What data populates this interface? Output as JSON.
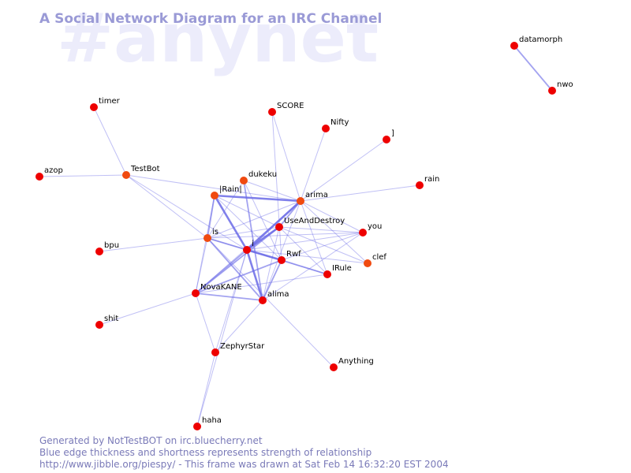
{
  "channel": "#anynet",
  "title": "A Social Network Diagram for an IRC Channel",
  "colors": {
    "edge": "#6a6ae6",
    "node_default": "#ee0000",
    "node_alt": "#f04a10",
    "title": "#9a9ad6",
    "watermark": "#ececfb",
    "footer": "#7a7ab8"
  },
  "footer": {
    "line1": "Generated by NotTestBOT on irc.bluecherry.net",
    "line2": "Blue edge thickness and shortness represents strength of relationship",
    "line3": "http://www.jibble.org/piespy/ - This frame was drawn at Sat Feb 14 16:32:20 EST 2004"
  },
  "nodes": [
    {
      "id": "datamorph",
      "label": "datamorph",
      "color": "node_default"
    },
    {
      "id": "nwo",
      "label": "nwo",
      "color": "node_default"
    },
    {
      "id": "timer",
      "label": "timer",
      "color": "node_default"
    },
    {
      "id": "SCORE",
      "label": "SCORE",
      "color": "node_default"
    },
    {
      "id": "Nifty",
      "label": "Nifty",
      "color": "node_default"
    },
    {
      "id": "]",
      "label": "]",
      "color": "node_default"
    },
    {
      "id": "azop",
      "label": "azop",
      "color": "node_default"
    },
    {
      "id": "TestBot",
      "label": "TestBot",
      "color": "node_alt"
    },
    {
      "id": "dukeku",
      "label": "dukeku",
      "color": "node_alt"
    },
    {
      "id": "rain",
      "label": "rain",
      "color": "node_default"
    },
    {
      "id": "|Rain|",
      "label": "|Rain|",
      "color": "node_alt"
    },
    {
      "id": "arima",
      "label": "arima",
      "color": "node_alt"
    },
    {
      "id": "UseAndDestroy",
      "label": "UseAndDestroy",
      "color": "node_default"
    },
    {
      "id": "you",
      "label": "you",
      "color": "node_default"
    },
    {
      "id": "is",
      "label": "is",
      "color": "node_alt"
    },
    {
      "id": "bpu",
      "label": "bpu",
      "color": "node_default"
    },
    {
      "id": "i",
      "label": "i",
      "color": "node_default"
    },
    {
      "id": "Rwf",
      "label": "Rwf",
      "color": "node_default"
    },
    {
      "id": "clef",
      "label": "clef",
      "color": "node_alt"
    },
    {
      "id": "IRule",
      "label": "IRule",
      "color": "node_default"
    },
    {
      "id": "NovaKANE",
      "label": "NovaKANE",
      "color": "node_default"
    },
    {
      "id": "alima",
      "label": "alima",
      "color": "node_default"
    },
    {
      "id": "shit",
      "label": "shit",
      "color": "node_default"
    },
    {
      "id": "ZephyrStar",
      "label": "ZephyrStar",
      "color": "node_default"
    },
    {
      "id": "Anything",
      "label": "Anything",
      "color": "node_default"
    },
    {
      "id": "haha",
      "label": "haha",
      "color": "node_default"
    }
  ],
  "edges": [
    {
      "source": "datamorph",
      "target": "nwo",
      "weight": 2
    },
    {
      "source": "timer",
      "target": "TestBot",
      "weight": 1
    },
    {
      "source": "azop",
      "target": "TestBot",
      "weight": 1
    },
    {
      "source": "TestBot",
      "target": "is",
      "weight": 1
    },
    {
      "source": "TestBot",
      "target": "arima",
      "weight": 1
    },
    {
      "source": "TestBot",
      "target": "i",
      "weight": 1
    },
    {
      "source": "SCORE",
      "target": "arima",
      "weight": 1
    },
    {
      "source": "Nifty",
      "target": "arima",
      "weight": 1
    },
    {
      "source": "]",
      "target": "arima",
      "weight": 1
    },
    {
      "source": "rain",
      "target": "arima",
      "weight": 1
    },
    {
      "source": "dukeku",
      "target": "arima",
      "weight": 1
    },
    {
      "source": "dukeku",
      "target": "alima",
      "weight": 2
    },
    {
      "source": "dukeku",
      "target": "Rwf",
      "weight": 1
    },
    {
      "source": "dukeku",
      "target": "is",
      "weight": 1
    },
    {
      "source": "|Rain|",
      "target": "arima",
      "weight": 3
    },
    {
      "source": "|Rain|",
      "target": "i",
      "weight": 3
    },
    {
      "source": "|Rain|",
      "target": "is",
      "weight": 2
    },
    {
      "source": "|Rain|",
      "target": "UseAndDestroy",
      "weight": 1
    },
    {
      "source": "|Rain|",
      "target": "NovaKANE",
      "weight": 1
    },
    {
      "source": "|Rain|",
      "target": "Rwf",
      "weight": 1
    },
    {
      "source": "arima",
      "target": "UseAndDestroy",
      "weight": 2
    },
    {
      "source": "arima",
      "target": "i",
      "weight": 3
    },
    {
      "source": "arima",
      "target": "you",
      "weight": 1
    },
    {
      "source": "arima",
      "target": "clef",
      "weight": 1
    },
    {
      "source": "arima",
      "target": "IRule",
      "weight": 1
    },
    {
      "source": "arima",
      "target": "alima",
      "weight": 1
    },
    {
      "source": "arima",
      "target": "is",
      "weight": 1
    },
    {
      "source": "arima",
      "target": "NovaKANE",
      "weight": 1
    },
    {
      "source": "SCORE",
      "target": "Rwf",
      "weight": 1
    },
    {
      "source": "UseAndDestroy",
      "target": "i",
      "weight": 3
    },
    {
      "source": "UseAndDestroy",
      "target": "is",
      "weight": 1
    },
    {
      "source": "UseAndDestroy",
      "target": "you",
      "weight": 1
    },
    {
      "source": "UseAndDestroy",
      "target": "IRule",
      "weight": 1
    },
    {
      "source": "UseAndDestroy",
      "target": "clef",
      "weight": 1
    },
    {
      "source": "UseAndDestroy",
      "target": "alima",
      "weight": 1
    },
    {
      "source": "UseAndDestroy",
      "target": "NovaKANE",
      "weight": 2
    },
    {
      "source": "is",
      "target": "bpu",
      "weight": 1
    },
    {
      "source": "is",
      "target": "i",
      "weight": 2
    },
    {
      "source": "is",
      "target": "you",
      "weight": 1
    },
    {
      "source": "is",
      "target": "alima",
      "weight": 2
    },
    {
      "source": "is",
      "target": "NovaKANE",
      "weight": 1
    },
    {
      "source": "is",
      "target": "Rwf",
      "weight": 1
    },
    {
      "source": "is",
      "target": "Anything",
      "weight": 1
    },
    {
      "source": "i",
      "target": "Rwf",
      "weight": 3
    },
    {
      "source": "i",
      "target": "alima",
      "weight": 3
    },
    {
      "source": "i",
      "target": "NovaKANE",
      "weight": 2
    },
    {
      "source": "i",
      "target": "IRule",
      "weight": 1
    },
    {
      "source": "i",
      "target": "clef",
      "weight": 1
    },
    {
      "source": "i",
      "target": "you",
      "weight": 1
    },
    {
      "source": "i",
      "target": "haha",
      "weight": 1
    },
    {
      "source": "i",
      "target": "ZephyrStar",
      "weight": 1
    },
    {
      "source": "Rwf",
      "target": "IRule",
      "weight": 2
    },
    {
      "source": "Rwf",
      "target": "NovaKANE",
      "weight": 2
    },
    {
      "source": "Rwf",
      "target": "alima",
      "weight": 2
    },
    {
      "source": "Rwf",
      "target": "you",
      "weight": 1
    },
    {
      "source": "NovaKANE",
      "target": "alima",
      "weight": 2
    },
    {
      "source": "NovaKANE",
      "target": "shit",
      "weight": 1
    },
    {
      "source": "NovaKANE",
      "target": "ZephyrStar",
      "weight": 1
    },
    {
      "source": "NovaKANE",
      "target": "IRule",
      "weight": 1
    },
    {
      "source": "alima",
      "target": "you",
      "weight": 1
    },
    {
      "source": "alima",
      "target": "ZephyrStar",
      "weight": 1
    },
    {
      "source": "ZephyrStar",
      "target": "haha",
      "weight": 1
    }
  ]
}
